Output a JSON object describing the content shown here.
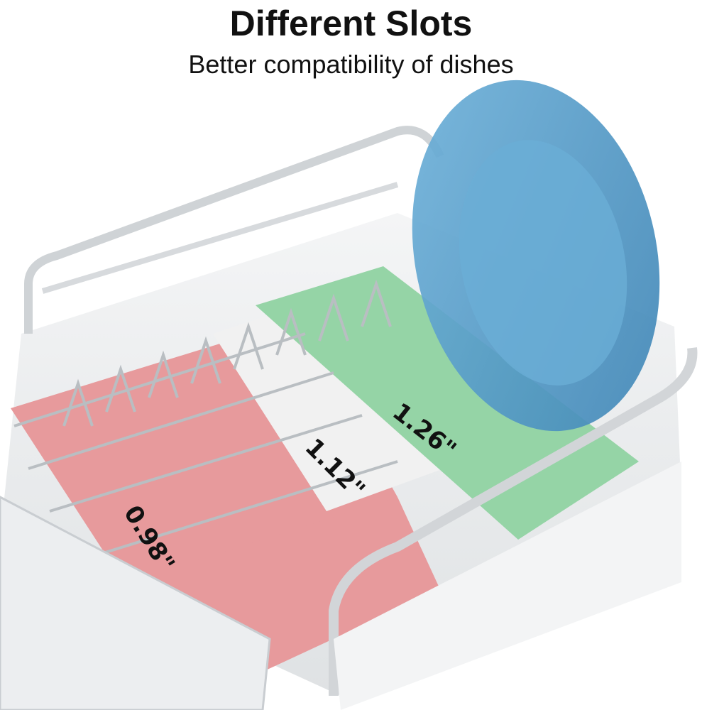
{
  "header": {
    "title": "Different Slots",
    "subtitle": "Better compatibility of dishes"
  },
  "product": {
    "name": "dish-drying-rack",
    "zones": [
      {
        "label": "0.98\"",
        "color": "#e79a9c"
      },
      {
        "label": "1.12\"",
        "color": "#f2f2f2"
      },
      {
        "label": "1.26\"",
        "color": "#93d3a4"
      }
    ],
    "plate_color": "#5b9ec9"
  }
}
